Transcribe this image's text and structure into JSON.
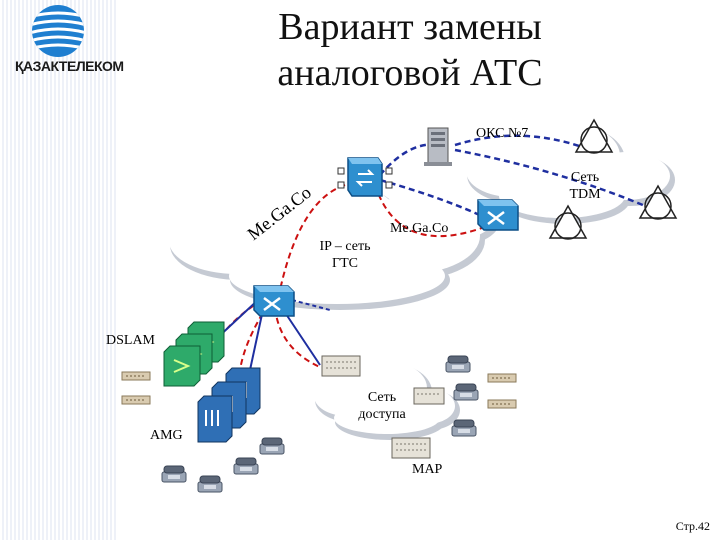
{
  "header": {
    "title_line1": "Вариант замены",
    "title_line2": "аналоговой АТС",
    "logo_text": "ҚАЗАКТЕЛЕКОМ"
  },
  "labels": {
    "oks": "ОКС №7",
    "tdm_line1": "Сеть",
    "tdm_line2": "TDM",
    "megaco_left": "Me.Ga.Co",
    "megaco_right": "Me.Ga.Co",
    "ip_line1": "IP – сеть",
    "ip_line2": "ГТС",
    "dslam": "DSLAM",
    "access_line1": "Сеть",
    "access_line2": "доступа",
    "amg": "AMG",
    "map": "MAP"
  },
  "footer": {
    "page": "Стр.42"
  },
  "colors": {
    "title": "#111111",
    "cloud_fill": "#ffffff",
    "cloud_shadow": "#c5cad3",
    "link_red": "#cc1111",
    "link_blue": "#1f2fa0",
    "switch_blue": "#2e8fcf",
    "dslam_green": "#2eaa6a",
    "amg_blue": "#2f6fb5"
  },
  "icons": [
    "kazakhtelecom-logo",
    "server-icon",
    "softswitch-icon",
    "router-icon",
    "dslam-icon",
    "amg-icon",
    "modem-icon",
    "phone-icon",
    "tdm-exchange-icon",
    "map-icon"
  ]
}
